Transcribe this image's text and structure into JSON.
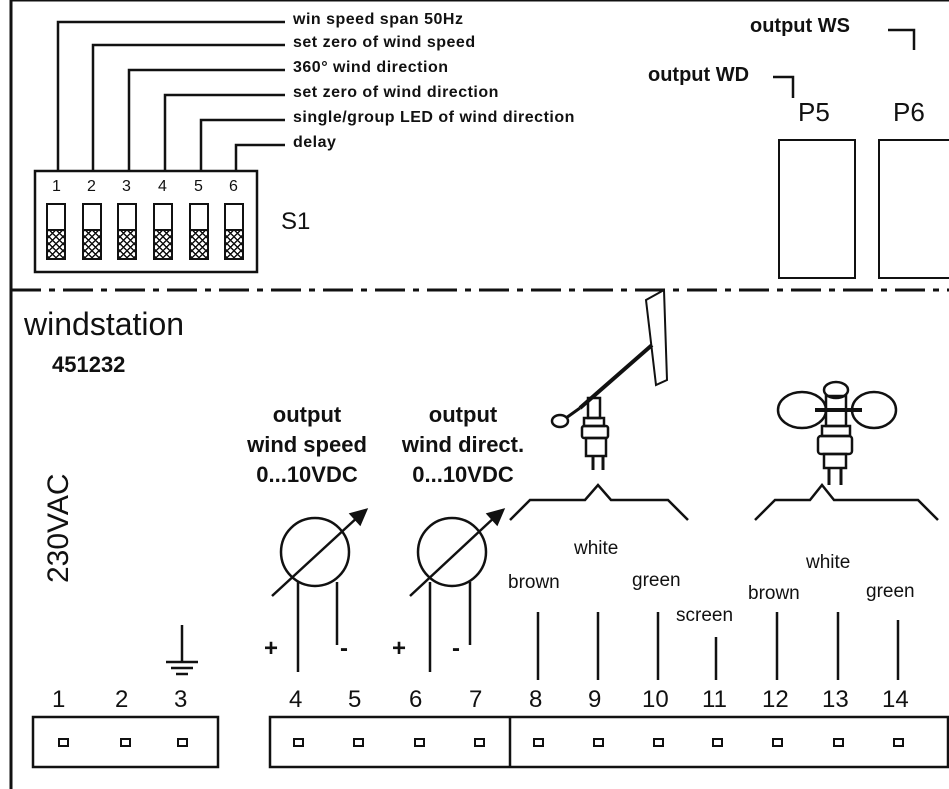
{
  "switch_functions": [
    "win speed span 50Hz",
    "set zero of wind speed",
    "360° wind direction",
    "set zero of wind direction",
    "single/group LED of wind direction",
    "delay"
  ],
  "dip_switch": {
    "label": "S1",
    "numbers": [
      "1",
      "2",
      "3",
      "4",
      "5",
      "6"
    ]
  },
  "outputs": {
    "ws_label": "output WS",
    "wd_label": "output WD",
    "p5": "P5",
    "p6": "P6"
  },
  "device": {
    "name": "windstation",
    "code": "451232"
  },
  "power": "230VAC",
  "output_speed": {
    "line1": "output",
    "line2": "wind speed",
    "line3": "0...10VDC"
  },
  "output_direction": {
    "line1": "output",
    "line2": "wind direct.",
    "line3": "0...10VDC"
  },
  "polarity": {
    "plus": "+",
    "minus": "-"
  },
  "wind_vane_wires": {
    "brown": "brown",
    "white": "white",
    "green": "green"
  },
  "screen_wire": "screen",
  "anemometer_wires": {
    "brown": "brown",
    "white": "white",
    "green": "green"
  },
  "terminals": [
    "1",
    "2",
    "3",
    "4",
    "5",
    "6",
    "7",
    "8",
    "9",
    "10",
    "11",
    "12",
    "13",
    "14"
  ]
}
